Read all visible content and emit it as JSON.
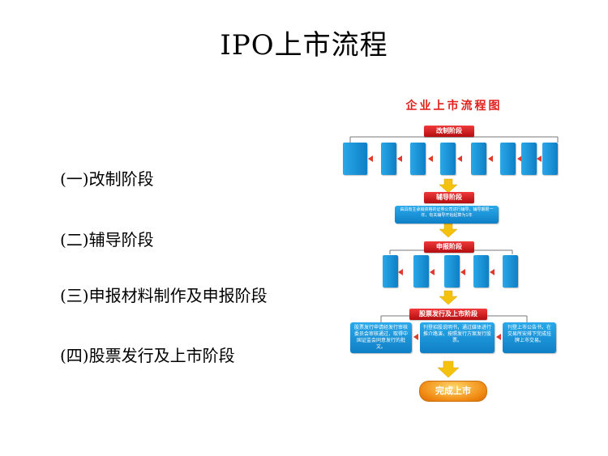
{
  "title": "IPO上市流程",
  "stages": [
    "(一)改制阶段",
    "(二)辅导阶段",
    "(三)申报材料制作及申报阶段",
    "(四)股票发行及上市阶段"
  ],
  "flowchart": {
    "title": "企业上市流程图",
    "banners": {
      "reform": "改制阶段",
      "tutoring": "辅导阶段",
      "filing": "申报阶段",
      "issuance": "股票发行及上市阶段"
    },
    "tutoring_note": "由具有主承销资格的证券公司进行辅导，辅导期限一年，有关辅导开始起算为1年",
    "issuance_boxes": [
      "股票发行申请经发行审核委员会审核通过，取得中国证监会同意发行的批文。",
      "刊登招股说明书，通过媒体进行推介路演，按照发行方案发行股票。",
      "刊登上市公告书，在交易所安排下完成挂牌上市交易。"
    ],
    "final": "完成上市",
    "colors": {
      "banner_red": "#d3191c",
      "box_blue": "#1a94d8",
      "arrow_yellow": "#f4c20d",
      "final_orange": "#f29a16"
    }
  }
}
